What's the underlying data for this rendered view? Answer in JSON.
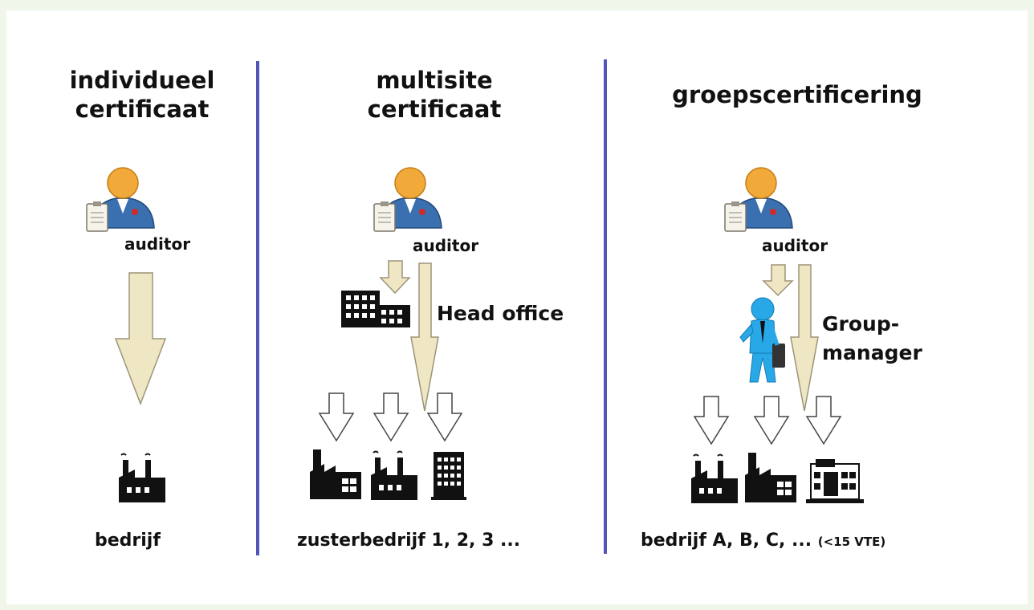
{
  "columns": [
    {
      "title_line1": "individueel",
      "title_line2": "certificaat",
      "auditor": "auditor",
      "bottom": "bedrijf"
    },
    {
      "title_line1": "multisite",
      "title_line2": "certificaat",
      "auditor": "auditor",
      "label": "Head office",
      "bottom": "zusterbedrijf 1, 2, 3 ..."
    },
    {
      "title": "groepscertificering",
      "auditor": "auditor",
      "label_line1": "Group-",
      "label_line2": "manager",
      "bottom": "bedrijf A, B, C, ...",
      "bottom_note": "(<15 VTE)"
    }
  ],
  "colors": {
    "divider": "#5356b8",
    "arrow_fill": "#efe6c4",
    "arrow_stroke": "#9d9478",
    "person_body": "#3a6fb0",
    "person_head": "#f1a93a",
    "manager": "#29a8e8"
  }
}
